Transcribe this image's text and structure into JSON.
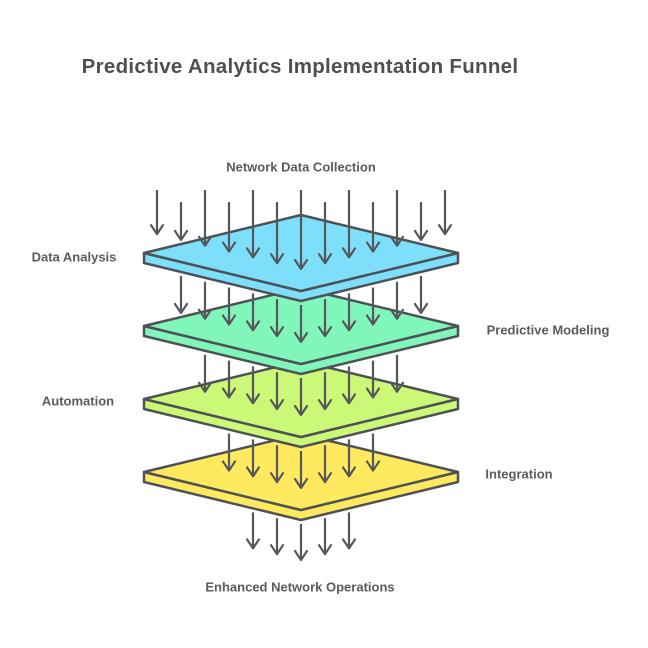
{
  "title": "Predictive Analytics Implementation Funnel",
  "diagram": {
    "input_label": "Network Data Collection",
    "output_label": "Enhanced Network Operations",
    "layers": [
      {
        "label": "Data Analysis",
        "side": "left",
        "color": "#7edffa",
        "arrows_in": 13
      },
      {
        "label": "Predictive Modeling",
        "side": "right",
        "color": "#80f6bb",
        "arrows_in": 11
      },
      {
        "label": "Automation",
        "side": "left",
        "color": "#ccf878",
        "arrows_in": 9
      },
      {
        "label": "Integration",
        "side": "right",
        "color": "#ffe95f",
        "arrows_in": 7
      }
    ],
    "arrows_out": 5,
    "colors": {
      "background": "#ffffff",
      "plate_stroke": "#4e5256",
      "arrow": "#54585b",
      "title_text": "#4f4f4f",
      "label_text": "#5b5b5b"
    }
  }
}
